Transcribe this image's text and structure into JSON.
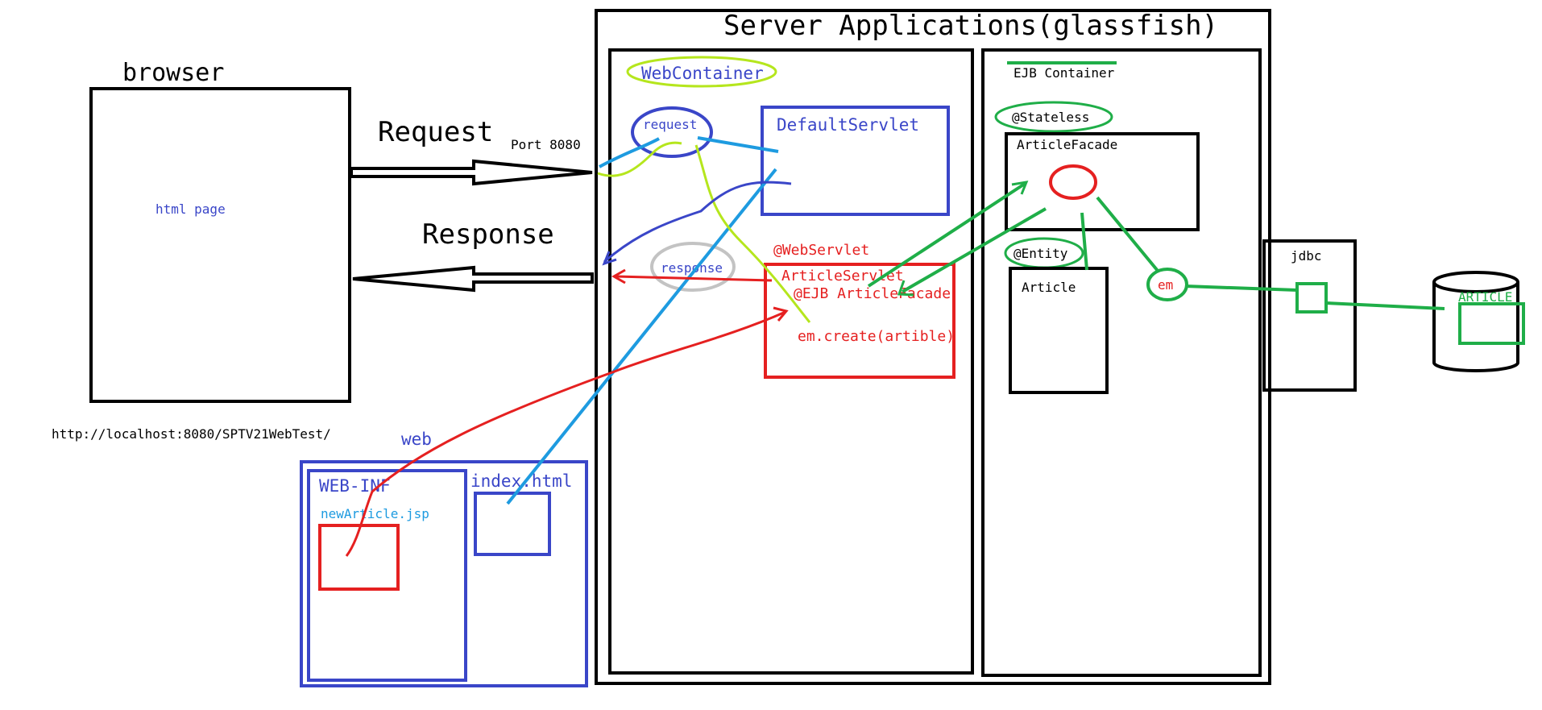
{
  "colors": {
    "black": "#000000",
    "blue": "#3a46c8",
    "cyan": "#1e9be0",
    "red": "#e52020",
    "green": "#1fae48",
    "lime": "#b5e61d",
    "gray": "#c3c3c3"
  },
  "labels": {
    "browser": "browser",
    "html_page": "html page",
    "request": "Request",
    "response": "Response",
    "port": "Port 8080",
    "url": "http://localhost:8080/SPTV21WebTest/",
    "server_title": "Server Applications(glassfish)",
    "web_container": "WebContainer",
    "request_node": "request",
    "response_node": "response",
    "default_servlet": "DefaultServlet",
    "web_servlet": "@WebServlet",
    "article_servlet": "ArticleServlet",
    "ejb_facade": "@EJB ArticleFacade",
    "em_create": "em.create(artible)",
    "ejb_container": "EJB Container",
    "stateless": "@Stateless",
    "article_facade": "ArticleFacade",
    "entity": "@Entity",
    "article": "Article",
    "em": "em",
    "jdbc": "jdbc",
    "db_table": "ARTICLE",
    "web": "web",
    "web_inf": "WEB-INF",
    "new_article_jsp": "newArticle.jsp",
    "index_html": "index.html"
  }
}
